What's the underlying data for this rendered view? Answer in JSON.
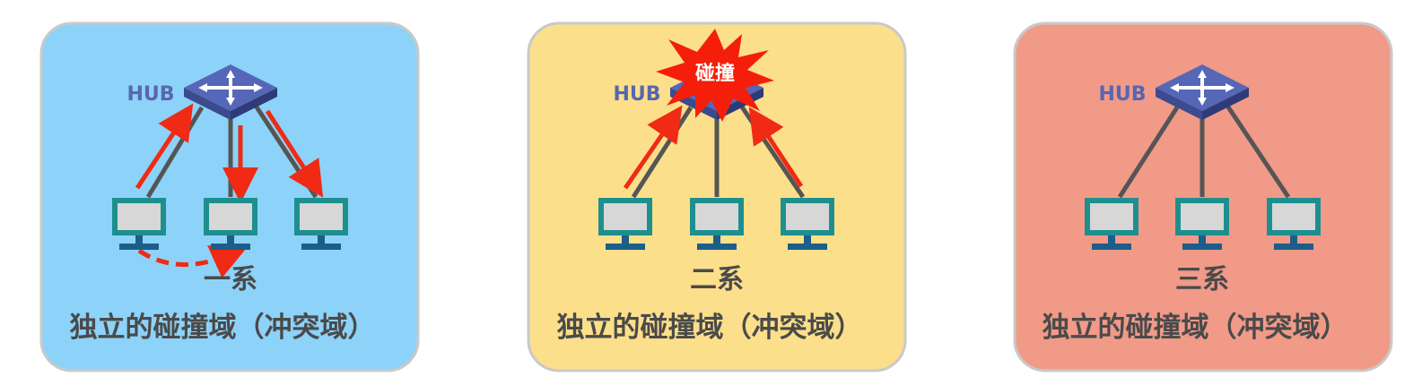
{
  "hub_label": "HUB",
  "collision_label": "碰撞",
  "panels": [
    {
      "id": "panel-1",
      "bg": "#8DD2F8",
      "border": "#c9c9c9",
      "dept": "一系",
      "domain": "独立的碰撞域（冲突域）",
      "arrows": true,
      "collision": false
    },
    {
      "id": "panel-2",
      "bg": "#FCDF8A",
      "border": "#c9c9c9",
      "dept": "二系",
      "domain": "独立的碰撞域（冲突域）",
      "arrows": true,
      "collision": true
    },
    {
      "id": "panel-3",
      "bg": "#F19A88",
      "border": "#c9c9c9",
      "dept": "三系",
      "domain": "独立的碰撞域（冲突域）",
      "arrows": false,
      "collision": false
    }
  ],
  "colors": {
    "hub_top": "#5667B8",
    "hub_side": "#3C4A8E",
    "hub_label": "#5866B0",
    "cable": "#555555",
    "arrow": "#F02A14",
    "monitor_frame": "#1E8F8F",
    "monitor_screen": "#D7D7D7",
    "monitor_base": "#1B5E8A",
    "text": "#4A4A4A"
  }
}
